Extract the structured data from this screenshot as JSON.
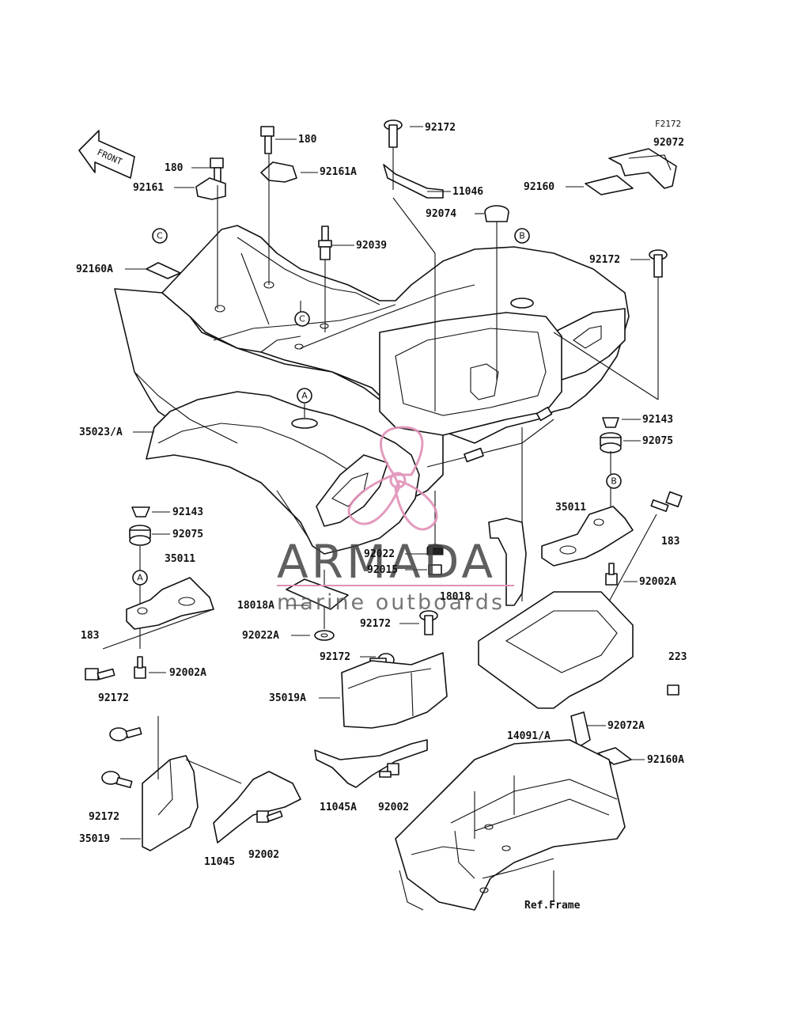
{
  "figure_ref": "F2172",
  "front_indicator": "FRONT",
  "watermark": {
    "title": "ARMADA",
    "subtitle": "marine outboards",
    "accent": "#e090b8"
  },
  "callouts": [
    "A",
    "B",
    "C"
  ],
  "labels": {
    "p92172_top": "92172",
    "p180_top": "180",
    "p180_left": "180",
    "p92161A": "92161A",
    "p11046": "11046",
    "p92072": "92072",
    "p92074": "92074",
    "p92160": "92160",
    "p92161": "92161",
    "p92039": "92039",
    "p92160A_left": "92160A",
    "p92172_right": "92172",
    "p92143_right": "92143",
    "p92075_right": "92075",
    "p35023A": "35023/A",
    "p35011_right": "35011",
    "p183_right": "183",
    "p92002A_right": "92002A",
    "p92143_left": "92143",
    "p92075_left": "92075",
    "p35011_left": "35011",
    "p92022": "92022",
    "p92015": "92015",
    "p18018": "18018",
    "p18018A": "18018A",
    "p92022A": "92022A",
    "p92172_mid": "92172",
    "p183_left": "183",
    "p92002A_left": "92002A",
    "p223": "223",
    "p92172_b": "92172",
    "p35019A": "35019A",
    "p14091A": "14091/A",
    "p92072A": "92072A",
    "p92172_c": "92172",
    "p92160A_right": "92160A",
    "p11045A": "11045A",
    "p92002_mid": "92002",
    "p92172_d": "92172",
    "p35019": "35019",
    "p11045": "11045",
    "p92002_low": "92002",
    "ref_frame": "Ref.Frame"
  }
}
